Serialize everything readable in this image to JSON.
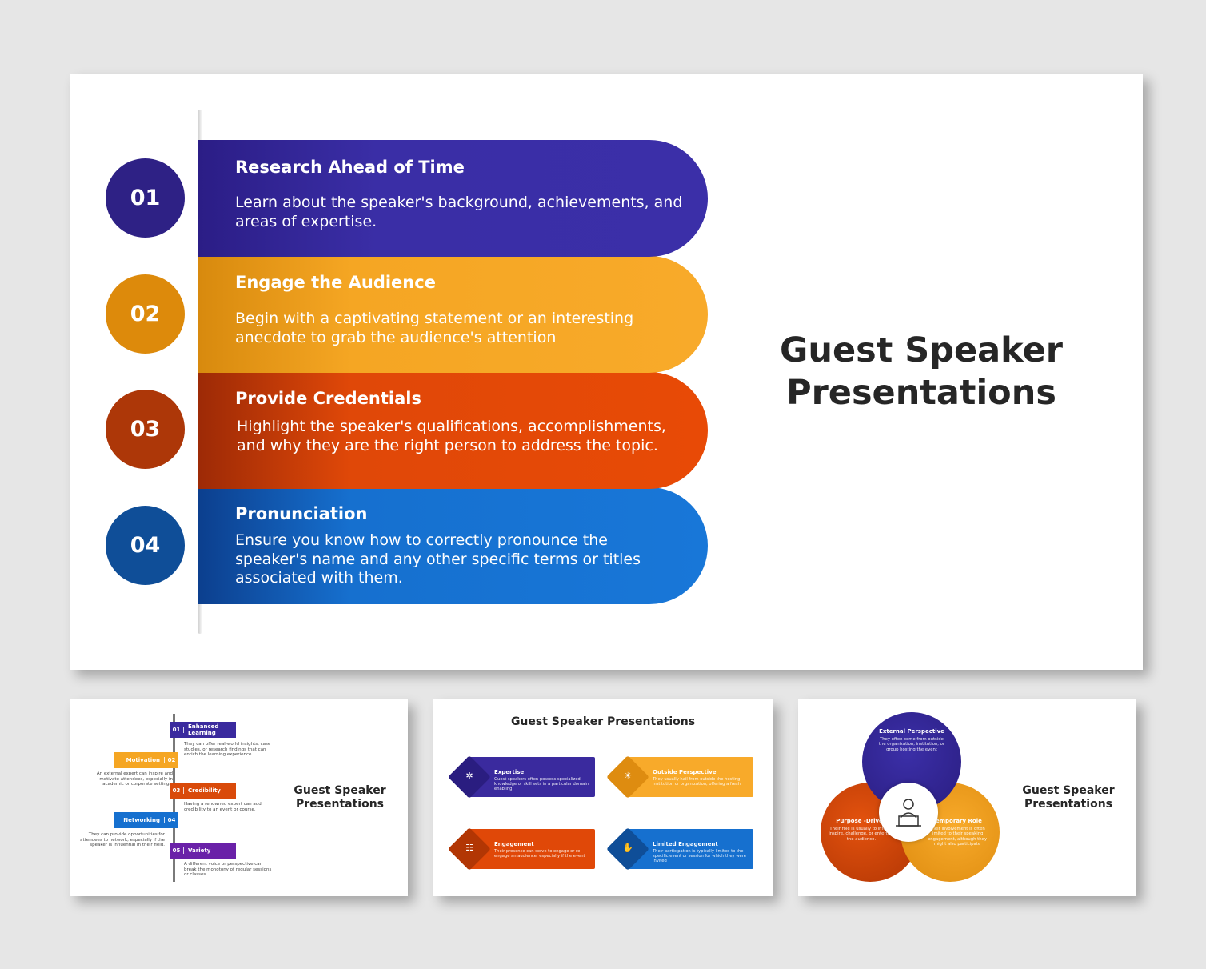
{
  "main_slide": {
    "title": "Guest Speaker Presentations",
    "items": [
      {
        "number": "01",
        "title": "Research  Ahead of Time",
        "description": "Learn about the speaker's background, achievements, and areas of expertise.",
        "color": "#2e2185"
      },
      {
        "number": "02",
        "title": "Engage the Audience",
        "description": "Begin with a captivating statement or an interesting anecdote to grab the audience's attention",
        "color": "#f5a623"
      },
      {
        "number": "03",
        "title": "Provide Credentials",
        "description": "Highlight the speaker's qualifications, accomplishments, and why they are the right person to address the topic.",
        "color": "#e04808"
      },
      {
        "number": "04",
        "title": "Pronunciation",
        "description": "Ensure you know how to correctly pronounce the speaker's name and any other specific terms or titles associated with them.",
        "color": "#1670cf"
      }
    ]
  },
  "thumb1": {
    "title": "Guest Speaker Presentations",
    "items": [
      {
        "number": "01",
        "label": "Enhanced Learning",
        "description": "They can offer real-world insights, case studies, or research findings that can enrich the learning experience"
      },
      {
        "number": "02",
        "label": "Motivation",
        "description": "An external expert can inspire and motivate attendees, especially in academic or corporate settings."
      },
      {
        "number": "03",
        "label": "Credibility",
        "description": "Having a renowned expert can add credibility to an event or course."
      },
      {
        "number": "04",
        "label": "Networking",
        "description": "They can provide opportunities for attendees to network, especially if the speaker is influential in their field."
      },
      {
        "number": "05",
        "label": "Variety",
        "description": "A different voice or perspective can break the monotony of regular sessions or classes."
      }
    ]
  },
  "thumb2": {
    "title": "Guest Speaker Presentations",
    "cards": [
      {
        "title": "Expertise",
        "description": "Guest speakers often possess specialized knowledge or skill sets in a particular domain, enabling",
        "icon": "people-network-icon"
      },
      {
        "title": "Outside Perspective",
        "description": "They usually hail from outside the hosting institution or organization, offering a fresh",
        "icon": "lightbulb-icon"
      },
      {
        "title": "Engagement",
        "description": "Their presence can serve to engage or re-engage an audience, especially if the event",
        "icon": "audience-icon"
      },
      {
        "title": "Limited Engagement",
        "description": "Their participation is typically limited to the specific event or session for which they were invited",
        "icon": "handshake-icon"
      }
    ]
  },
  "thumb3": {
    "title": "Guest Speaker Presentations",
    "circles": [
      {
        "title": "External Perspective",
        "description": "They often come from outside the organization, institution, or group hosting the event"
      },
      {
        "title": "Purpose -Driven",
        "description": "Their role is usually to inform, inspire, challenge, or entertain the audience."
      },
      {
        "title": "Temporary Role",
        "description": "Their involvement is often limited to their speaking engagement, although they might also participate"
      }
    ],
    "center_icon": "speaker-podium-icon"
  }
}
